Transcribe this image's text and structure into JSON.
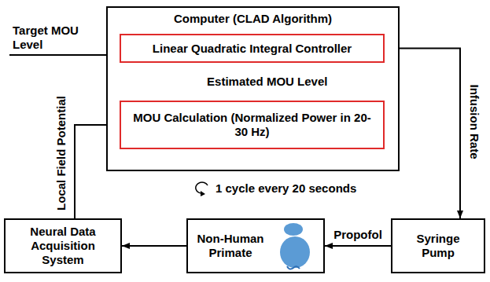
{
  "diagram": {
    "nodes": [
      {
        "text": [
          "Computer (CLAD Algorithm)"
        ]
      },
      {
        "text": [
          "Linear Quadratic Integral Controller"
        ],
        "in": 0
      },
      {
        "text": [
          "MOU Calculation (Normalized Power in 20-30 Hz)"
        ],
        "in": 0
      },
      {
        "text": [
          "Neural Data Acquisition System"
        ]
      },
      {
        "text": [
          "Non-Human Primate"
        ]
      },
      {
        "text": [
          "Syringe Pump"
        ]
      }
    ],
    "edges": [
      {
        "from": 2,
        "to": 1,
        "label": "Estimated MOU Level",
        "arrow": "to"
      },
      {
        "from": 1,
        "to": 5,
        "label": "Infusion Rate",
        "arrow": "to"
      },
      {
        "from": 5,
        "to": 4,
        "label": "Propofol",
        "arrow": "to"
      },
      {
        "from": 4,
        "to": 3,
        "arrow": "to"
      },
      {
        "from": 3,
        "to": 2,
        "label": "Local Field Potential",
        "arrow": "to"
      }
    ],
    "labels": [
      "Target MOU Level",
      "1 cycle every 20 seconds"
    ]
  }
}
